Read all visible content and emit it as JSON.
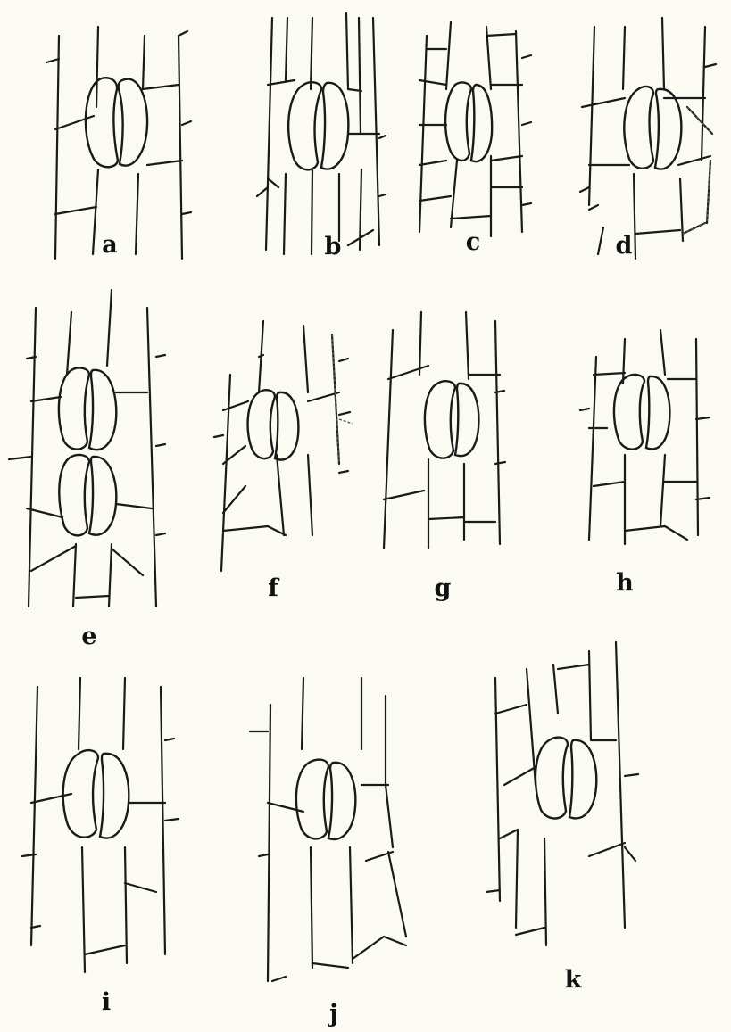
{
  "figures": [
    {
      "id": "a",
      "label": "a"
    },
    {
      "id": "b",
      "label": "b"
    },
    {
      "id": "c",
      "label": "c"
    },
    {
      "id": "d",
      "label": "d"
    },
    {
      "id": "e",
      "label": "e"
    },
    {
      "id": "f",
      "label": "f"
    },
    {
      "id": "g",
      "label": "g"
    },
    {
      "id": "h",
      "label": "h"
    },
    {
      "id": "i",
      "label": "i"
    },
    {
      "id": "j",
      "label": "j"
    },
    {
      "id": "k",
      "label": "k"
    }
  ]
}
